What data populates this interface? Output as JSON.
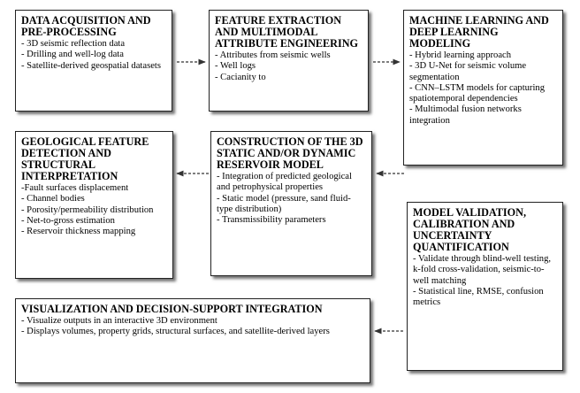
{
  "boxes": {
    "acquisition": {
      "title": "DATA ACQUISITION AND PRE-PROCESSING",
      "items": [
        "- 3D seismic reflection data",
        "- Drilling and well-log data",
        "- Satellite-derived geospatial datasets"
      ]
    },
    "feature": {
      "title": "FEATURE EXTRACTION AND MULTIMODAL ATTRIBUTE ENGINEERING",
      "items": [
        "- Attributes from seismic wells",
        "- Well logs",
        "- Cacianity to"
      ]
    },
    "ml": {
      "title": "MACHINE LEARNING AND DEEP LEARNING MODELING",
      "items": [
        "- Hybrid learning approach",
        "- 3D U-Net for seismic volume segmentation",
        "- CNN–LSTM models for capturing spatiotemporal dependencies",
        "- Multimodal fusion networks integration"
      ]
    },
    "geological": {
      "title": "GEOLOGICAL FEATURE DETECTION AND STRUCTURAL INTERPRETATION",
      "items": [
        "-Fault surfaces displacement",
        "- Channel bodies",
        "- Porosity/permeability distribution",
        "- Net-to-gross estimation",
        "- Reservoir thickness mapping"
      ]
    },
    "construction": {
      "title": "CONSTRUCTION OF THE 3D STATIC AND/OR DYNAMIC RESERVOIR MODEL",
      "items": [
        "- Integration of predicted geological and petrophysical properties",
        "- Static model (pressure, sand fluid-type distribution)",
        "- Transmissibility parameters"
      ]
    },
    "validation": {
      "title": "MODEL VALIDATION, CALIBRATION AND UNCERTAINTY QUANTIFICATION",
      "items": [
        "- Validate through blind-well testing, k-fold cross-validation, seismic-to-well matching",
        "- Statistical line, RMSE, confusion metrics"
      ]
    },
    "visualization": {
      "title": "VISUALIZATION AND DECISION-SUPPORT INTEGRATION",
      "items": [
        "- Visualize outputs in an interactive 3D environment",
        "- Displays volumes, property grids, structural surfaces, and satellite-derived layers"
      ]
    }
  }
}
